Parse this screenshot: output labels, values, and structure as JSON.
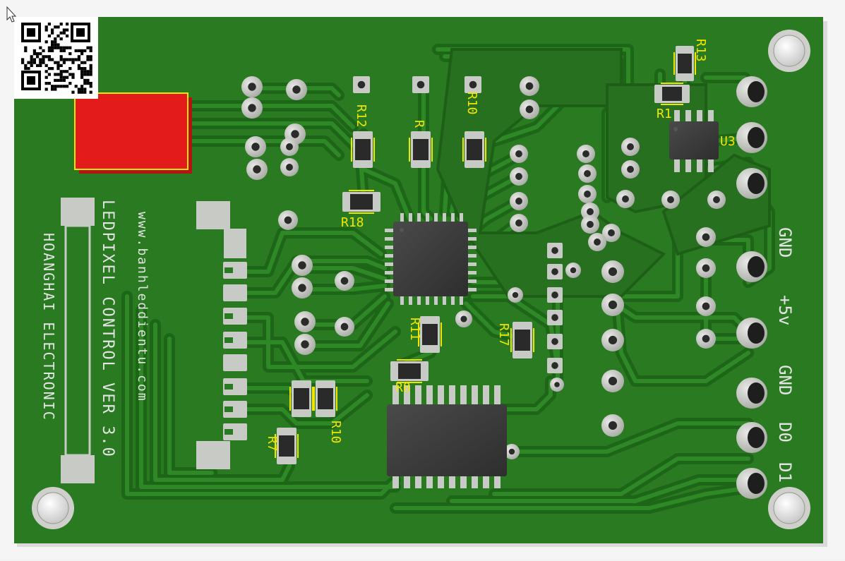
{
  "board": {
    "silk": [
      "LEDPIXEL CONTROL VER 3.0",
      "www.banhleddientu.com",
      "HOANGHAI ELECTRONIC"
    ],
    "pin_labels": [
      "GND",
      "+5v",
      "GND",
      "D0",
      "D1"
    ],
    "refs": [
      "R13",
      "R1",
      "U3",
      "R12",
      "R",
      "R10",
      "R18",
      "R11",
      "R17",
      "R8",
      "R10",
      "R7"
    ],
    "colors": {
      "board": "#2a7a22",
      "copper": "#1f6a18",
      "silk_yellow": "#f2e600",
      "silk_white": "#e4e4e4",
      "pad": "#c6c8c4",
      "mask_red": "#e41b1b",
      "ic": "#3b3b3b"
    }
  }
}
